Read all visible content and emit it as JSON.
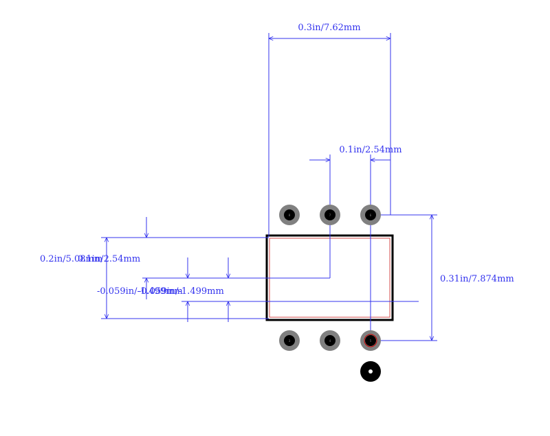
{
  "colors": {
    "dimension": "#3333ee",
    "outline": "#000000",
    "courtyard": "#cc2222",
    "pad_ring": "#808080",
    "pad_hole": "#000000",
    "pin1_marker": "#cc0000"
  },
  "dimensions": {
    "width_top": "0.3in/7.62mm",
    "pitch_top": "0.1in/2.54mm",
    "height_right": "0.31in/7.874mm",
    "body_height_left": "0.2in/5.08mm",
    "offset_left": "0.1in/2.54mm",
    "neg_offset_a": "-0.059in/-1.499mm",
    "neg_offset_b": "-0.059in/-1.499mm"
  },
  "pads": {
    "top_row": [
      "8",
      "7",
      "6"
    ],
    "bottom_row": [
      "3",
      "4",
      "5"
    ]
  }
}
